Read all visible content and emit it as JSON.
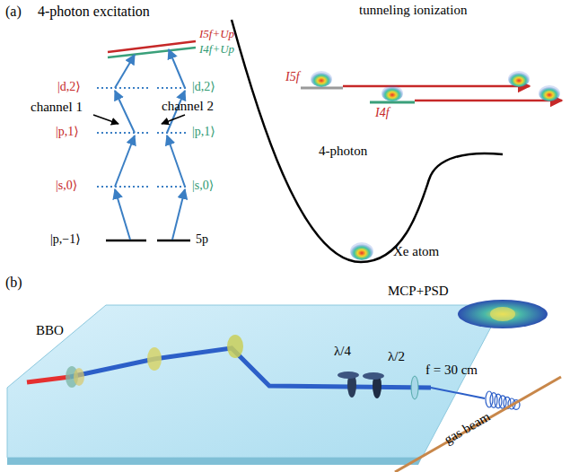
{
  "diagram": {
    "labels": [
      "(a)",
      "4-photon excitation",
      "I5f+Up",
      "I4f+Up",
      "|d,2⟩",
      "|d,2⟩",
      "channel 1",
      "channel 2",
      "|p,1⟩",
      "|p,1⟩",
      "|s,0⟩",
      "|s,0⟩",
      "|p,−1⟩",
      "5p",
      "tunneling ionization",
      "I5f",
      "I4f",
      "4-photon",
      "Xe atom",
      "(b)",
      "BBO",
      "MCP+PSD",
      "λ/4",
      "λ/2",
      "f = 30 cm",
      "gas beam"
    ]
  }
}
